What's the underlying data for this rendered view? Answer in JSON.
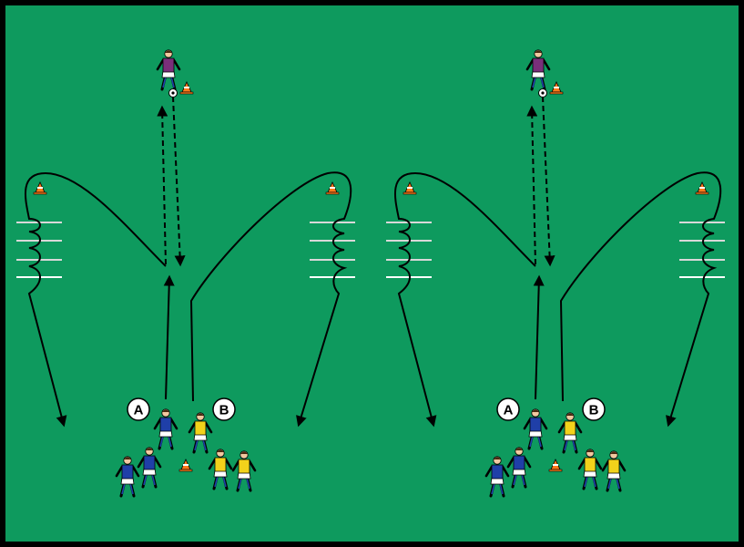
{
  "diagram": {
    "labels": {
      "left_runner": "A",
      "right_runner": "B"
    },
    "colors": {
      "pitch": "#0e9a5e",
      "border": "#000000",
      "team_blue": "#1f3fa8",
      "team_yellow": "#f2d21b",
      "server_shirt": "#7a2f7a",
      "cone": "#ff7a1a",
      "ladder_rung": "#d8d8d8"
    },
    "icons": {
      "player": "soccer-player-icon",
      "cone": "training-cone-icon",
      "ball": "soccer-ball-icon",
      "ladder": "agility-ladder-icon"
    },
    "drill_stations": 2,
    "ladder_rungs_per_ladder": 4,
    "players_per_station": {
      "server": 1,
      "team_a": 3,
      "team_b": 3
    }
  }
}
